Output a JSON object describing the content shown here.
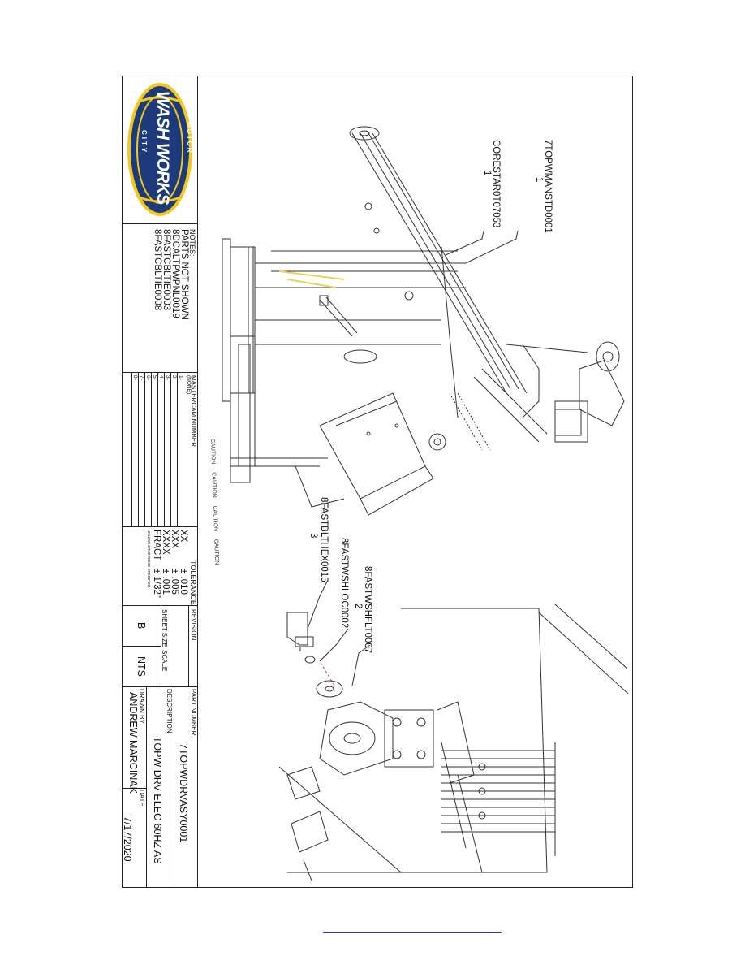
{
  "logo": {
    "top_arc": "MOTOR",
    "main": "WASH WORKS",
    "bottom_arc": "CITY"
  },
  "notes": {
    "heading": "NOTES:",
    "lines": [
      "PARTS NOT SHOWN",
      "8DCALTPWPNL0019",
      "8FASTCBLTIE0003",
      "8FASTCBLTIE0008"
    ]
  },
  "mastercam": {
    "heading": "MASTERCAM NUMBER",
    "subheading": "(NONE)",
    "rows": [
      "1-",
      "2-",
      "3-",
      "4-",
      "5-",
      "6-",
      "7-",
      "8-"
    ]
  },
  "tolerance": {
    "heading": "TOLERANCE",
    "rows": [
      {
        "label": "XX",
        "value": "± .010"
      },
      {
        "label": "XXX",
        "value": "± .005"
      },
      {
        "label": "XXXX",
        "value": "± .001"
      },
      {
        "label": "FRACT",
        "value": "± 1/32\""
      }
    ],
    "footnote": "UNLESS OTHERWISE SPECIFIED"
  },
  "revision": {
    "heading": "REVISION",
    "value": ""
  },
  "sheet_size": {
    "heading": "SHEET SIZE",
    "value": "B"
  },
  "scale": {
    "heading": "SCALE",
    "value": "NTS"
  },
  "part_number": {
    "heading": "PART NUMBER",
    "value": "7TOPWDRVASY0001"
  },
  "description": {
    "heading": "DESCRIPTION",
    "value": "TOPW DRV ELEC 60HZ AS"
  },
  "drawn_by": {
    "heading": "DRAWN BY",
    "value": "ANDREW MARCINAK"
  },
  "date": {
    "heading": "DATE",
    "value": "7/17/2020"
  },
  "callouts": [
    {
      "part": "7TOPWMANSTD0001",
      "qty": "1"
    },
    {
      "part": "CORESTAR0T07053",
      "qty": "1"
    },
    {
      "part": "8FASTWSHFLT0007",
      "qty": "2"
    },
    {
      "part": "8FASTWSHLOC0002",
      "qty": ""
    },
    {
      "part": "8FASTBLTHEX0015",
      "qty": "3"
    }
  ],
  "caution_text": "CAUTION     CAUTION     CAUTION     CAUTION",
  "colors": {
    "line": "#222222",
    "logo_blue": "#1d3b7a",
    "logo_yellow": "#f2c81e",
    "accent_yellow": "#e9d45a",
    "link": "#2233cc"
  }
}
